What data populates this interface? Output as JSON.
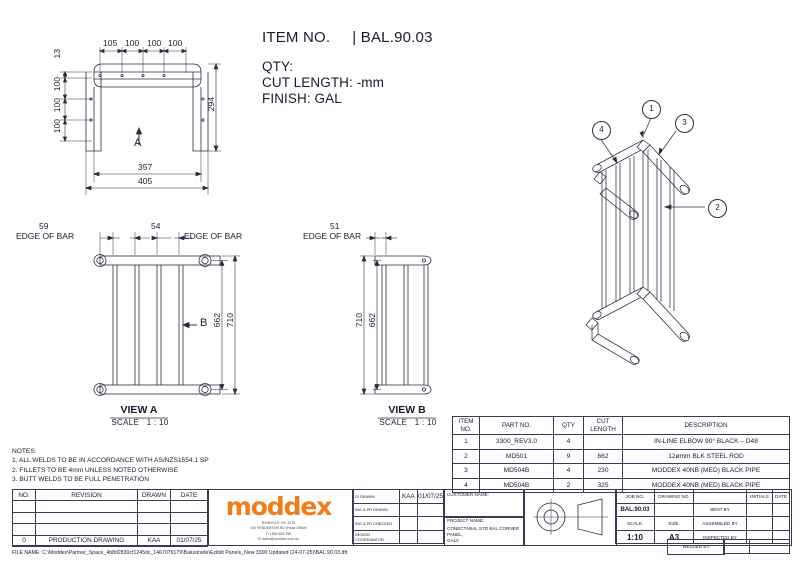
{
  "header": {
    "item_no_label": "ITEM NO.",
    "item_no_sep": "|",
    "item_no_value": "BAL.90.03",
    "qty_line": "QTY:",
    "cut_length_line": "CUT LENGTH: -mm",
    "finish_line": "FINISH: GAL"
  },
  "plan_view": {
    "top_dims": [
      "105",
      "100",
      "100",
      "100"
    ],
    "left_dims": [
      "13",
      "100",
      "100",
      "100"
    ],
    "right_dim": "294",
    "bottom_dim_inner": "357",
    "bottom_dim_outer": "405",
    "section_arrow": "A"
  },
  "view_a": {
    "title": "VIEW A",
    "scale_label": "SCALE",
    "scale_value": "1 : 10",
    "dim_left": "59",
    "dim_right": "54",
    "edge_label_left": "EDGE OF BAR",
    "edge_label_right": "EDGE OF BAR",
    "dim_inner": "662",
    "dim_outer": "710",
    "section_arrow": "B"
  },
  "view_b": {
    "title": "VIEW B",
    "scale_label": "SCALE",
    "scale_value": "1 : 10",
    "dim_top": "51",
    "edge_label": "EDGE OF BAR",
    "dim_outer": "710",
    "dim_inner": "662"
  },
  "isometric": {
    "balloons": [
      "1",
      "2",
      "3",
      "4"
    ]
  },
  "bom": {
    "headers": [
      "ITEM\nNO.",
      "PART NO.",
      "QTY",
      "CUT\nLENGTH",
      "DESCRIPTION"
    ],
    "rows": [
      {
        "item": "1",
        "part": "3300_REV3.0",
        "qty": "4",
        "cut": "",
        "desc": "IN-LINE ELBOW 90° BLACK – D48"
      },
      {
        "item": "2",
        "part": "MD501",
        "qty": "9",
        "cut": "662",
        "desc": "12ømm BLK STEEL ROD"
      },
      {
        "item": "3",
        "part": "MD504B",
        "qty": "4",
        "cut": "230",
        "desc": "MODDEX 40NB (MED) BLACK PIPE"
      },
      {
        "item": "4",
        "part": "MD504B",
        "qty": "2",
        "cut": "325",
        "desc": "MODDEX 40NB (MED) BLACK PIPE"
      }
    ]
  },
  "notes": {
    "title": "NOTES:",
    "lines": [
      "1. ALL WELDS TO BE IN ACCORDANCE WITH AS/NZS1554.1 SP",
      "2. FILLETS TO BE 4mm UNLESS NOTED OTHERWISE",
      "3. BUTT WELDS TO BE FULL PENETRATION"
    ]
  },
  "revision_table": {
    "headers": [
      "NO.",
      "REVISION",
      "DRAWN",
      "DATE"
    ],
    "rows": [
      {
        "no": "",
        "revision": "",
        "drawn": "",
        "date": ""
      },
      {
        "no": "",
        "revision": "",
        "drawn": "",
        "date": ""
      },
      {
        "no": "",
        "revision": "",
        "drawn": "",
        "date": ""
      },
      {
        "no": "0",
        "revision": "PRODUCTION DRAWING",
        "drawn": "KAA",
        "date": "01/07/25"
      }
    ]
  },
  "logo": {
    "word": "moddex",
    "address_lines": [
      "ROWVILLE VIC 3178",
      "100 HENDERSON RD (Head Office)",
      "T\\ 1800 663 339",
      "E\\ sales@moddex.com.au"
    ],
    "color": "#f07d1a"
  },
  "approvals": {
    "rows": [
      {
        "label": "DI DRAWN",
        "initials": "KAA",
        "date": "01/07/25"
      },
      {
        "label": "ING & PD DRAWN",
        "initials": "",
        "date": ""
      },
      {
        "label": "ING & PD CHECKED",
        "initials": "",
        "date": ""
      },
      {
        "label": "DESIGN COORDINATOR",
        "initials": "",
        "date": ""
      }
    ]
  },
  "title_block": {
    "customer_name_label": "CUSTOMER NAME:",
    "customer_name_value": "",
    "project_name_label": "PROJECT NAME:",
    "project_name_value": "CONECTABAL STD BAL CORNER PANEL,\nGALV",
    "job_no_label": "JOB NO.",
    "job_no_value": "BAL.90.03",
    "drawing_no_label": "DRAWING NO.",
    "drawing_no_value": "",
    "scale_label": "SCALE.",
    "scale_value": "1:10",
    "size_label": "SIZE.",
    "size_value": "A3",
    "initials_header": "INITIALS",
    "date_header": "DATE",
    "process_rows": [
      {
        "label": "BENT BY",
        "initials": "",
        "date": ""
      },
      {
        "label": "ASSEMBLED BY",
        "initials": "",
        "date": ""
      },
      {
        "label": "INSPECTED BY",
        "initials": "",
        "date": ""
      },
      {
        "label": "WELDED BY",
        "initials": "",
        "date": ""
      }
    ]
  },
  "file_name": "FILE NAME: C:\\Moddex\\Partner_Space_4b8d2830cf1245dc_1467079179\\Balustrade\\Ezibilt Panels_New 3300 Updated (24-07-25)\\BAL.90.03.dft"
}
